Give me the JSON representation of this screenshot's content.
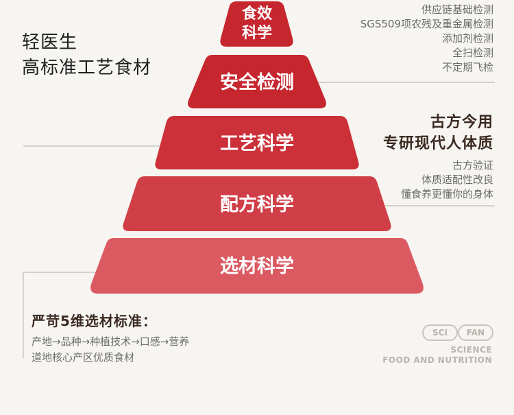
{
  "brand": {
    "line1": "轻医生",
    "line2": "高标准工艺食材"
  },
  "pyramid": {
    "tiers": [
      {
        "label_line1": "食效",
        "label_line2": "科学",
        "color": "#c6262e"
      },
      {
        "label": "安全检测",
        "color": "#c6262e"
      },
      {
        "label": "工艺科学",
        "color": "#cc3038"
      },
      {
        "label": "配方科学",
        "color": "#d03f47"
      },
      {
        "label": "选材科学",
        "color": "#db5a61"
      }
    ]
  },
  "safety_notes": [
    "供应链基础检测",
    "SGS509项农残及重金属检测",
    "添加剂检测",
    "全扫检测",
    "不定期飞检"
  ],
  "formula": {
    "headline_line1": "古方今用",
    "headline_line2": "专研现代人体质",
    "notes": [
      "古方验证",
      "体质适配性改良",
      "懂食养更懂你的身体"
    ]
  },
  "selection": {
    "title": "严苛5维选材标准：",
    "line1": "产地→品种→种植技术→口感→营养",
    "line2": "道地核心产区优质食材"
  },
  "logo": {
    "badge1": "SCI",
    "badge2": "FAN",
    "line1": "SCIENCE",
    "line2": "FOOD AND NUTRITION"
  },
  "colors": {
    "background": "#f7f5f2",
    "headline": "#3b2a22",
    "note": "#6b6b6b",
    "connector": "#b3aea8"
  }
}
